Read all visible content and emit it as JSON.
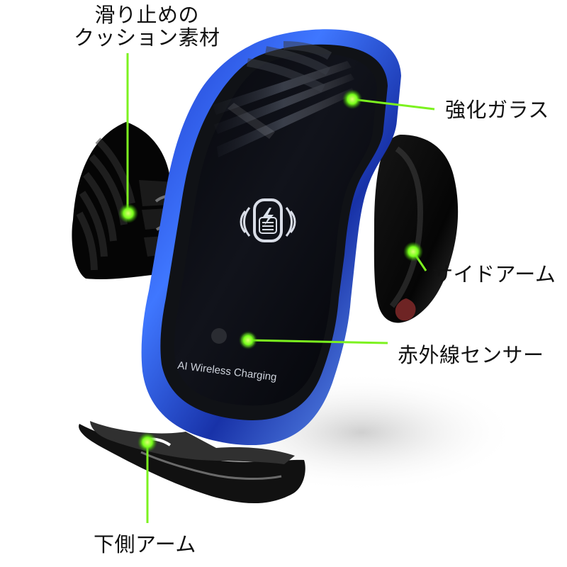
{
  "product_text": "AI Wireless Charging",
  "labels": {
    "cushion": "滑り止めの\nクッション素材",
    "glass": "強化ガラス",
    "side_arm": "サイドアーム",
    "ir_sensor": "赤外線センサー",
    "lower_arm": "下側アーム"
  },
  "colors": {
    "callout_green": "#7cf21f",
    "frame_blue": "#2f5cff",
    "body_black": "#0b0c12",
    "label_text": "#111111"
  },
  "icons": {
    "wireless_charging": "wireless-charging-icon"
  }
}
